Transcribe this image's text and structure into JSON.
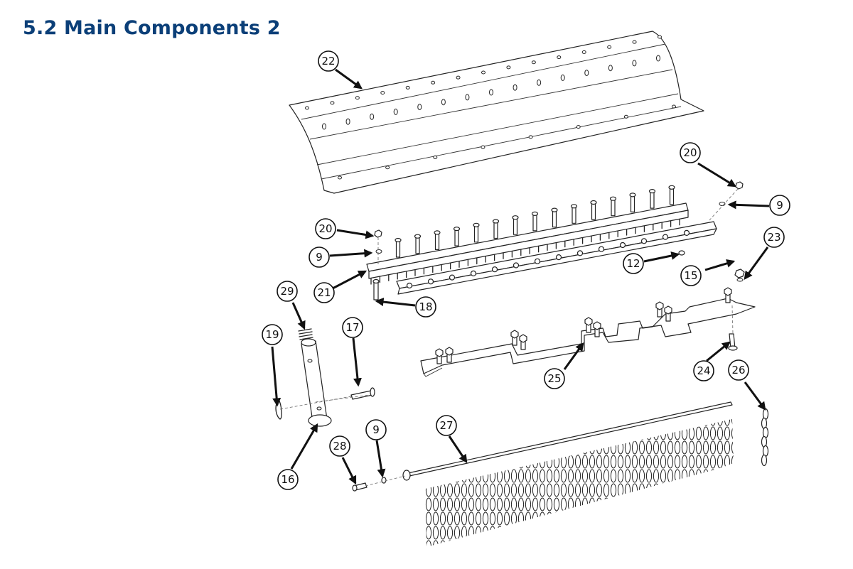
{
  "heading": "5.2 Main Components 2",
  "callouts": [
    {
      "id": "c22",
      "label": "22"
    },
    {
      "id": "c20a",
      "label": "20"
    },
    {
      "id": "c9a",
      "label": "9"
    },
    {
      "id": "c20b",
      "label": "20"
    },
    {
      "id": "c9b",
      "label": "9"
    },
    {
      "id": "c21",
      "label": "21"
    },
    {
      "id": "c18",
      "label": "18"
    },
    {
      "id": "c12",
      "label": "12"
    },
    {
      "id": "c23",
      "label": "23"
    },
    {
      "id": "c15",
      "label": "15"
    },
    {
      "id": "c29",
      "label": "29"
    },
    {
      "id": "c19",
      "label": "19"
    },
    {
      "id": "c17",
      "label": "17"
    },
    {
      "id": "c24",
      "label": "24"
    },
    {
      "id": "c26",
      "label": "26"
    },
    {
      "id": "c25",
      "label": "25"
    },
    {
      "id": "c16",
      "label": "16"
    },
    {
      "id": "c28",
      "label": "28"
    },
    {
      "id": "c9c",
      "label": "9"
    },
    {
      "id": "c27",
      "label": "27"
    }
  ]
}
